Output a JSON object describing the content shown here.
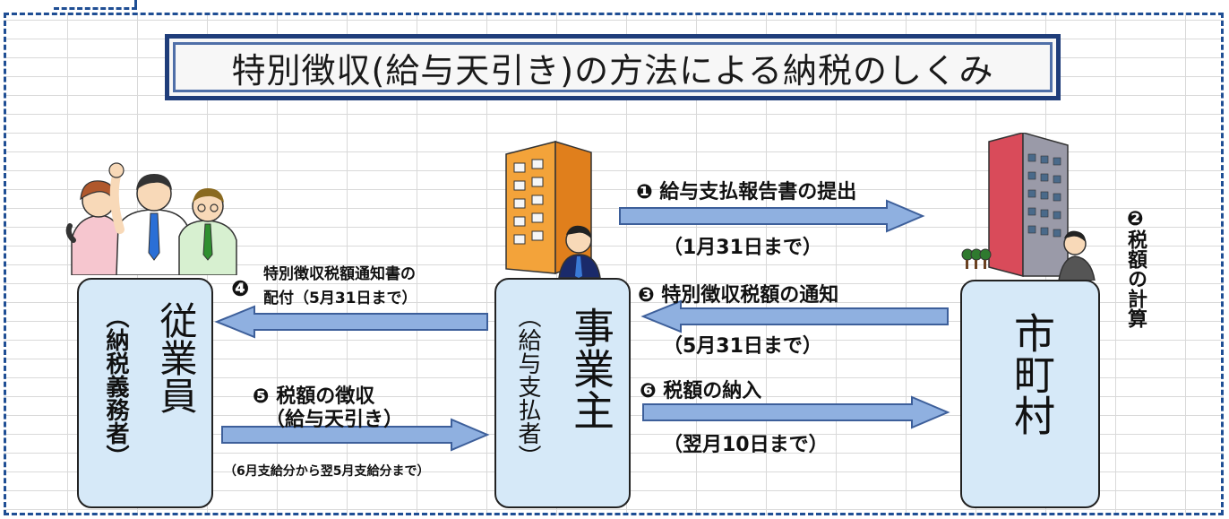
{
  "title": "特別徴収(給与天引き)の方法による納税のしくみ",
  "actors": {
    "employee": {
      "name": "従業員",
      "sub": "（納税義務者）"
    },
    "employer": {
      "name": "事業主",
      "sub": "（給与支払者）"
    },
    "municipality": {
      "name": "市町村"
    }
  },
  "steps": {
    "s1": {
      "label": "❶ 給与支払報告書の提出",
      "deadline": "（1月31日まで）"
    },
    "s2": {
      "label": "❷ 税額の計算",
      "num": "❷",
      "text": "税額の計算"
    },
    "s3": {
      "label": "❸ 特別徴収税額の通知",
      "deadline": "（5月31日まで）"
    },
    "s4": {
      "num": "❹",
      "line1": "特別徴収税額通知書の",
      "line2": "配付（5月31日まで）"
    },
    "s5": {
      "label": "❺ 税額の徴収",
      "sub": "（給与天引き）",
      "period": "（6月支給分から翌5月支給分まで）"
    },
    "s6": {
      "label": "❻ 税額の納入",
      "deadline": "（翌月10日まで）"
    }
  },
  "colors": {
    "frame": "#1f4e94",
    "box_fill": "#d6e9f8",
    "arrow_fill": "#8fb0e0",
    "arrow_stroke": "#3d5f9a"
  }
}
